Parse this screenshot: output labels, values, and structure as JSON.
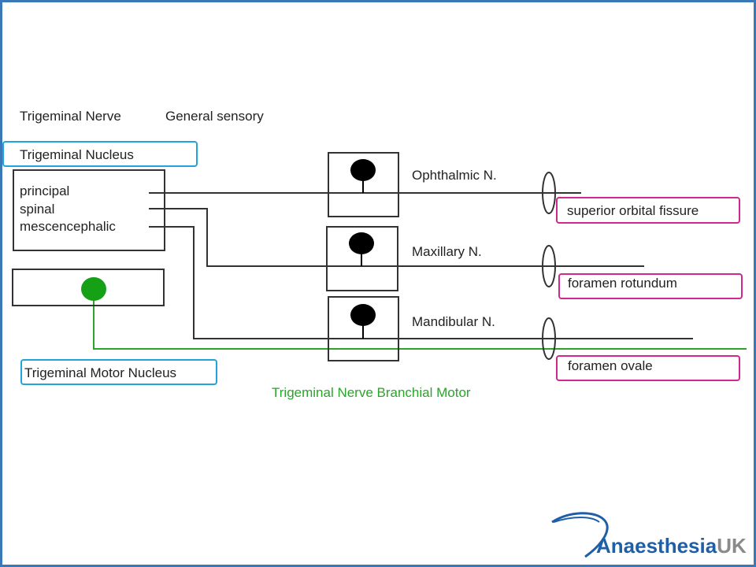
{
  "header": {
    "nerve": "Trigeminal Nerve",
    "modality": "General sensory"
  },
  "nuclei": {
    "sensory_title": "Trigeminal Nucleus",
    "sensory_items": [
      "principal",
      "spinal",
      "mescencephalic"
    ],
    "motor_title": "Trigeminal Motor Nucleus"
  },
  "branches": [
    {
      "name": "Ophthalmic N.",
      "foramen": "superior orbital fissure"
    },
    {
      "name": "Maxillary N.",
      "foramen": "foramen rotundum"
    },
    {
      "name": "Mandibular N.",
      "foramen": "foramen ovale"
    }
  ],
  "motor_label": "Trigeminal Nerve Branchial Motor",
  "logo": {
    "part1": "Anaesthesia",
    "part2": "UK"
  },
  "colors": {
    "frame": "#3a78b8",
    "cyan_box": "#22a4d8",
    "magenta_box": "#d0288f",
    "motor_green": "#2aa52a",
    "neuron": "#000000",
    "logo_blue": "#1f5fa8",
    "logo_gray": "#8a8a8a"
  }
}
